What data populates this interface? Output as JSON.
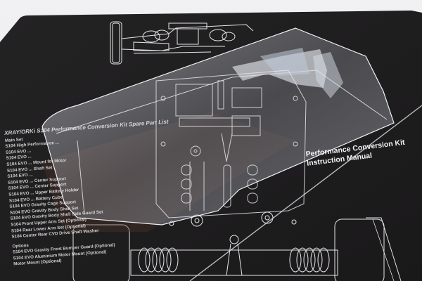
{
  "image": {
    "description": "Clear polycarbonate RC car body shell resting on a black printed instruction mat with white line drawings of an RC chassis",
    "colors": {
      "background": "#ecebee",
      "mat": "#1e1d1e",
      "mat_lines": "#e8e8ec",
      "shell_tint": "#c9cbd3"
    }
  },
  "mat_text": {
    "parts_list_title": "XRAY/ORKi S104 Performance Conversion Kit Spare Part List",
    "parts_list_rows": [
      "Main Set",
      "S104 High Performance ...",
      "S104 EVO ...",
      "S104 EVO ...",
      "S104 EVO ...  Mount for Motor",
      "S104 EVO ...  Shaft Set",
      "S104 EVO ...",
      "S104 EVO ...  Center Support",
      "S104 EVO ...  Center Support",
      "S104 EVO ...  Upper Battery Holder",
      "S104 EVO ...  Battery Cube",
      "S104 EVO Gravity Cage Support",
      "S104 EVO Gravity Body Shell Set",
      "S104 EVO Gravity Body Shell Side Guard Set",
      "S104 Front Upper Arm Set (Optional)",
      "S104 Rear Lower Arm Set (Optional)",
      "S104 Center Rear CVD Drive Shaft Washer"
    ],
    "options_title": "Options",
    "options_rows": [
      "S104 EVO Gravity Front Bumper Guard (Optional)",
      "S104 EVO Aluminium Motor Mount (Optional)",
      "Motor Mount (Optional)"
    ],
    "manual_title_line1": "Performance Conversion Kit",
    "manual_title_line2": "Instruction Manual"
  }
}
